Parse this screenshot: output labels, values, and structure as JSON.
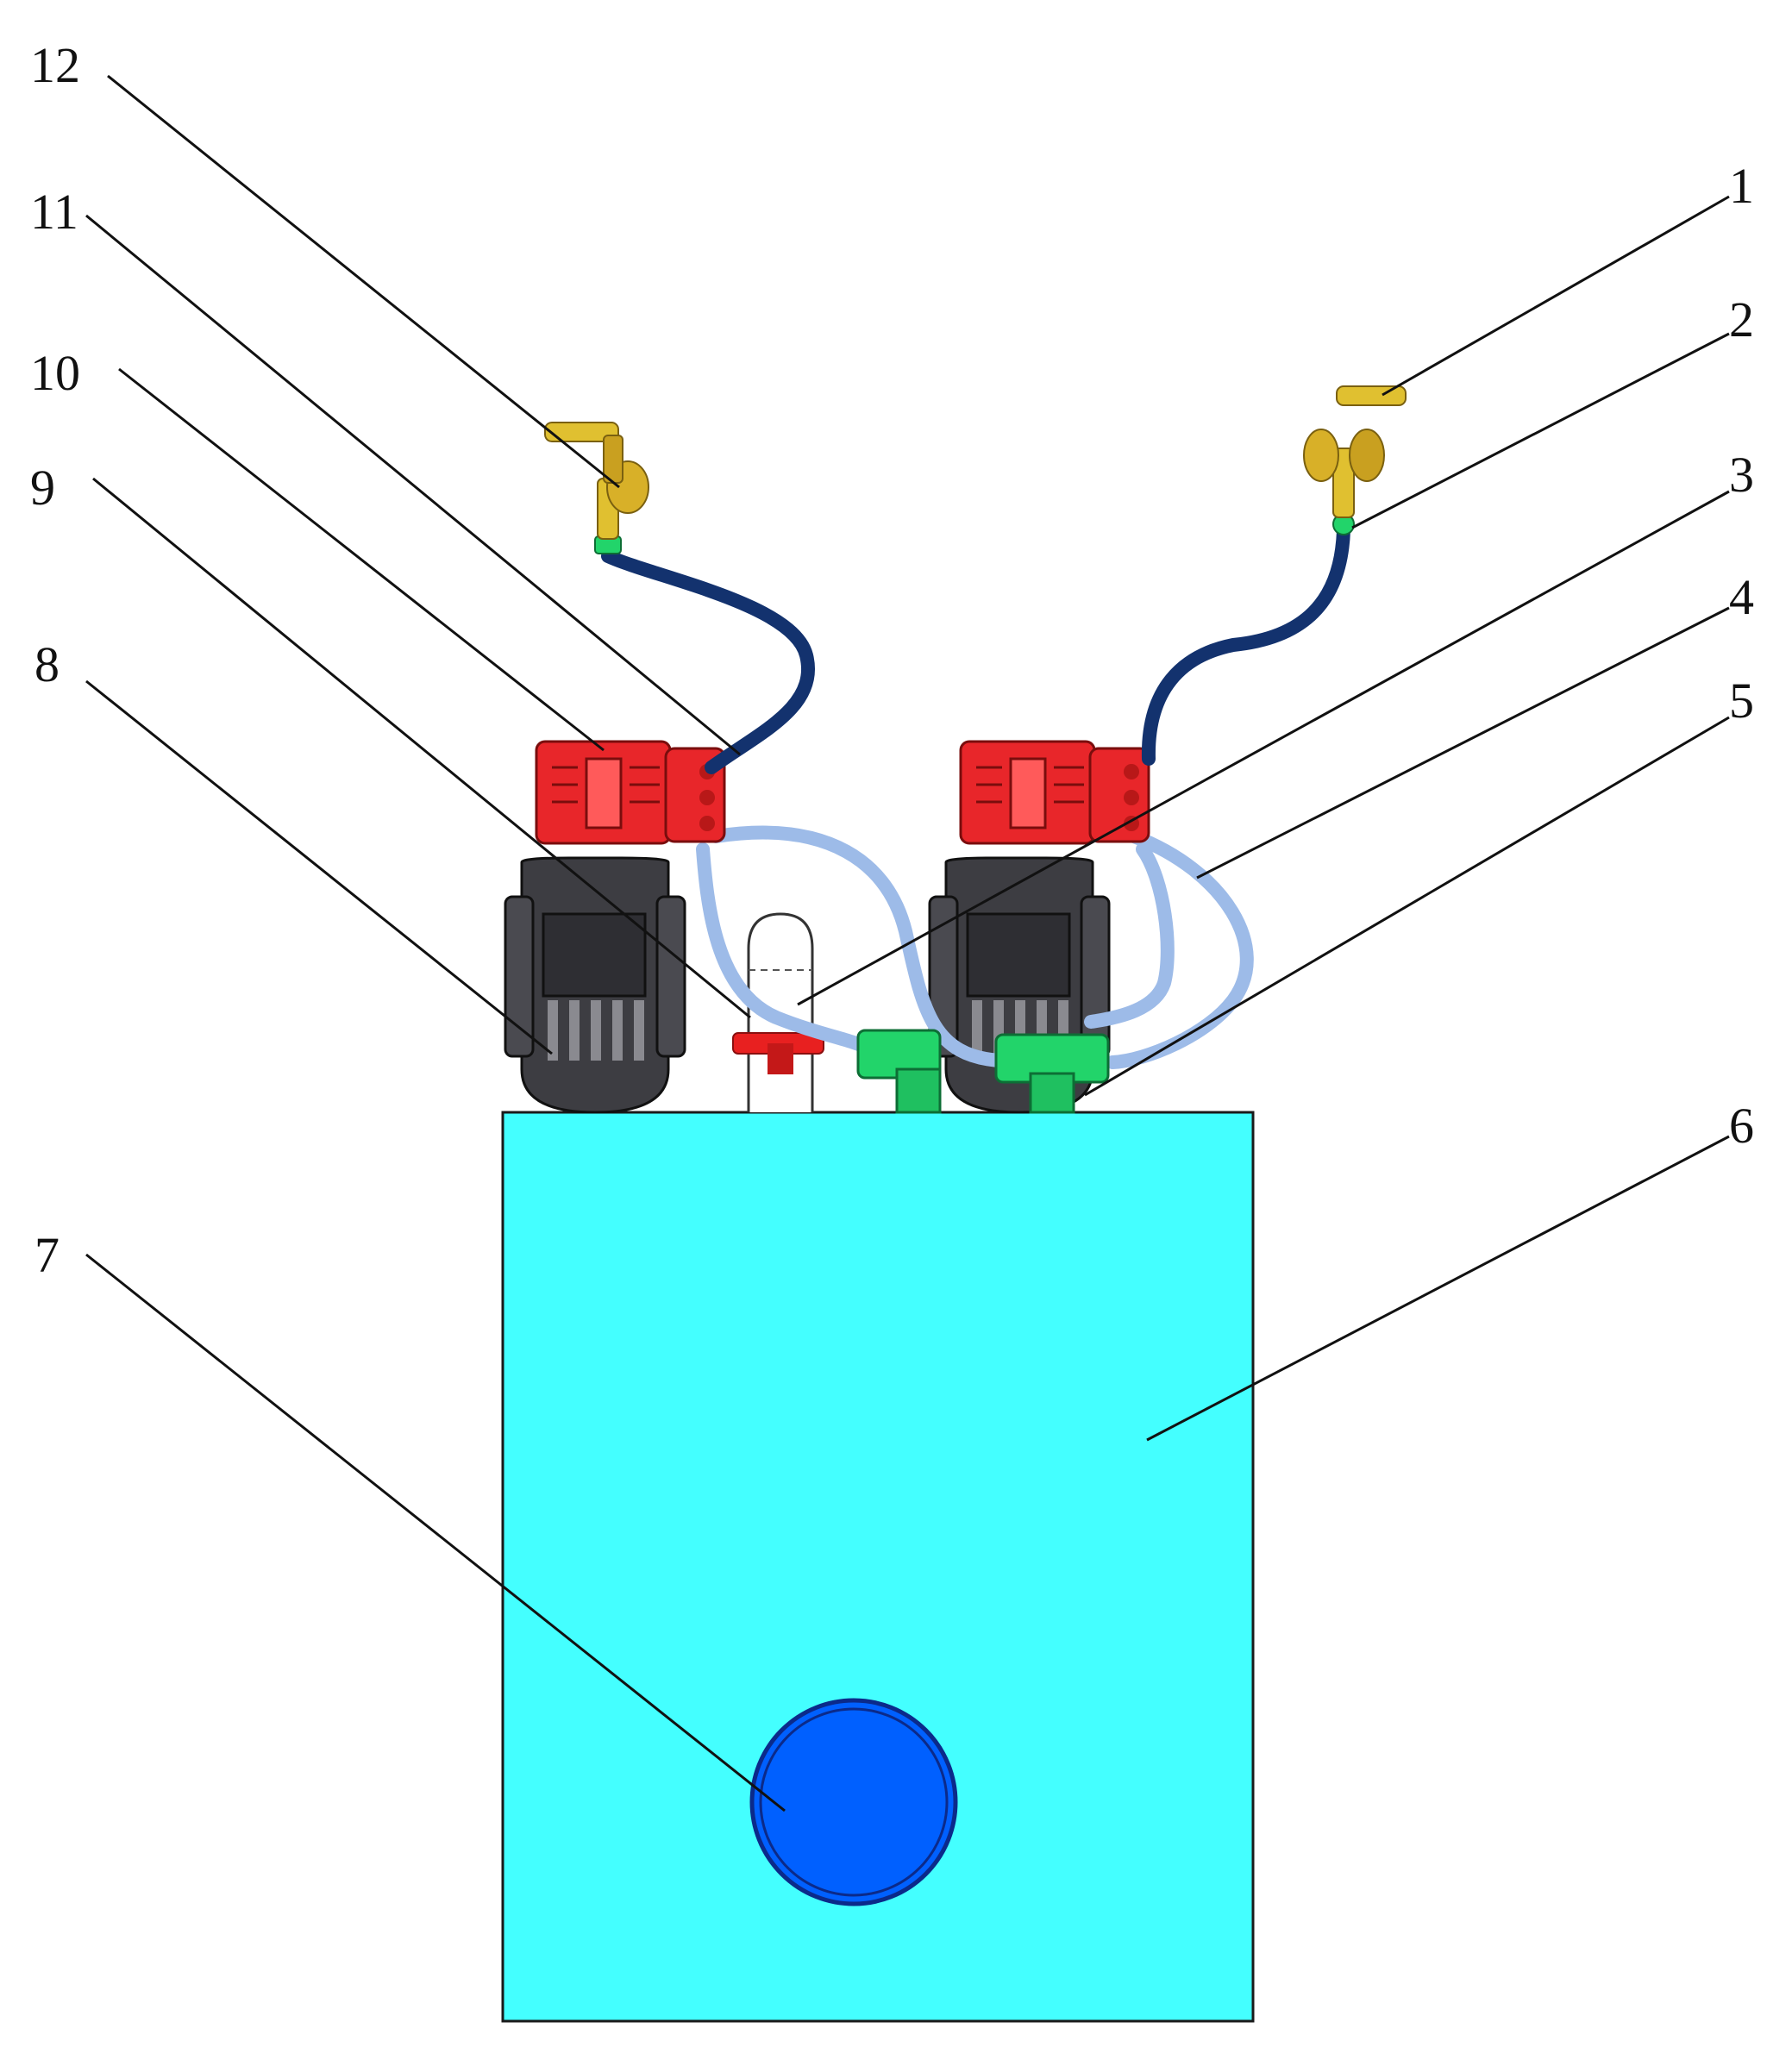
{
  "callouts": [
    {
      "id": "1",
      "label": "1"
    },
    {
      "id": "2",
      "label": "2"
    },
    {
      "id": "3",
      "label": "3"
    },
    {
      "id": "4",
      "label": "4"
    },
    {
      "id": "5",
      "label": "5"
    },
    {
      "id": "6",
      "label": "6"
    },
    {
      "id": "7",
      "label": "7"
    },
    {
      "id": "8",
      "label": "8"
    },
    {
      "id": "9",
      "label": "9"
    },
    {
      "id": "10",
      "label": "10"
    },
    {
      "id": "11",
      "label": "11"
    },
    {
      "id": "12",
      "label": "12"
    }
  ],
  "colors": {
    "tank": "#44ffff",
    "outlet": "#0060ff",
    "pump_head": "#e8262a",
    "motor": "#3d3d42",
    "fitting": "#22d46a",
    "spray_gun": "#e0c030",
    "hose_high_pressure": "#13326e",
    "hose_low_pressure": "#9dbbe8",
    "valve_handle": "#e82020"
  }
}
